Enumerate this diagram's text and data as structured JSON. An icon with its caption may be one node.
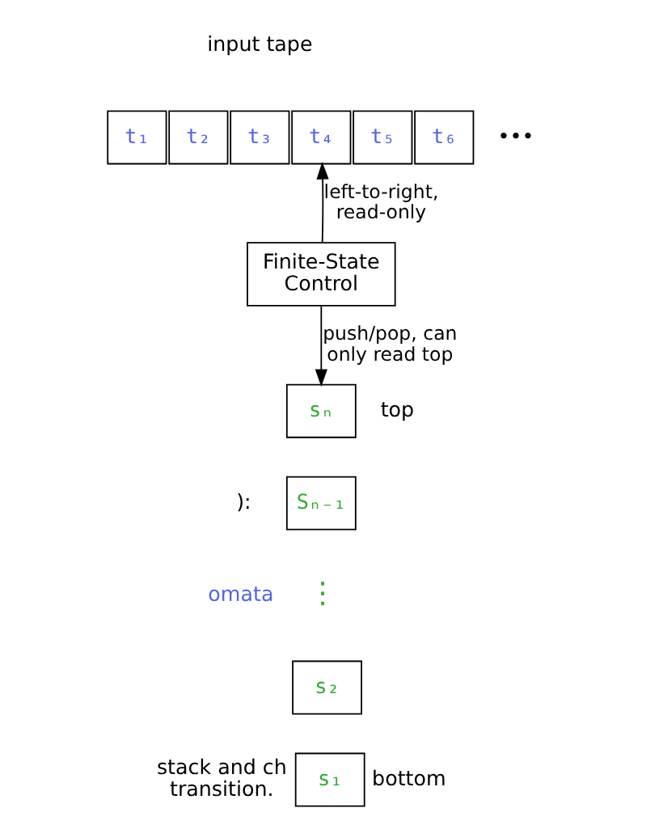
{
  "diagram": {
    "nodes": [
      {
        "text": [
          "t₁"
        ]
      },
      {
        "text": [
          "t₂"
        ]
      },
      {
        "text": [
          "t₃"
        ]
      },
      {
        "text": [
          "t₄"
        ]
      },
      {
        "text": [
          "t₅"
        ]
      },
      {
        "text": [
          "t₆"
        ]
      },
      {
        "text": [
          "Finite-State Control"
        ]
      },
      {
        "text": [
          "sₙ"
        ],
        "beside": [
          "top"
        ]
      },
      {
        "text": [
          "Sₙ₋₁"
        ]
      },
      {
        "text": [
          "s₂"
        ]
      },
      {
        "text": [
          "s₁"
        ],
        "beside": [
          "bottom"
        ]
      }
    ],
    "edges": [
      {
        "from": 6,
        "to": 3,
        "arrow": "to",
        "label": "left-to-right, read-only"
      },
      {
        "from": 6,
        "to": 7,
        "arrow": "to",
        "label": "push/pop, can only read top"
      }
    ],
    "labels": [
      "input tape",
      "•••",
      "):",
      "omata",
      "⋮",
      "stack and ch transition."
    ]
  }
}
